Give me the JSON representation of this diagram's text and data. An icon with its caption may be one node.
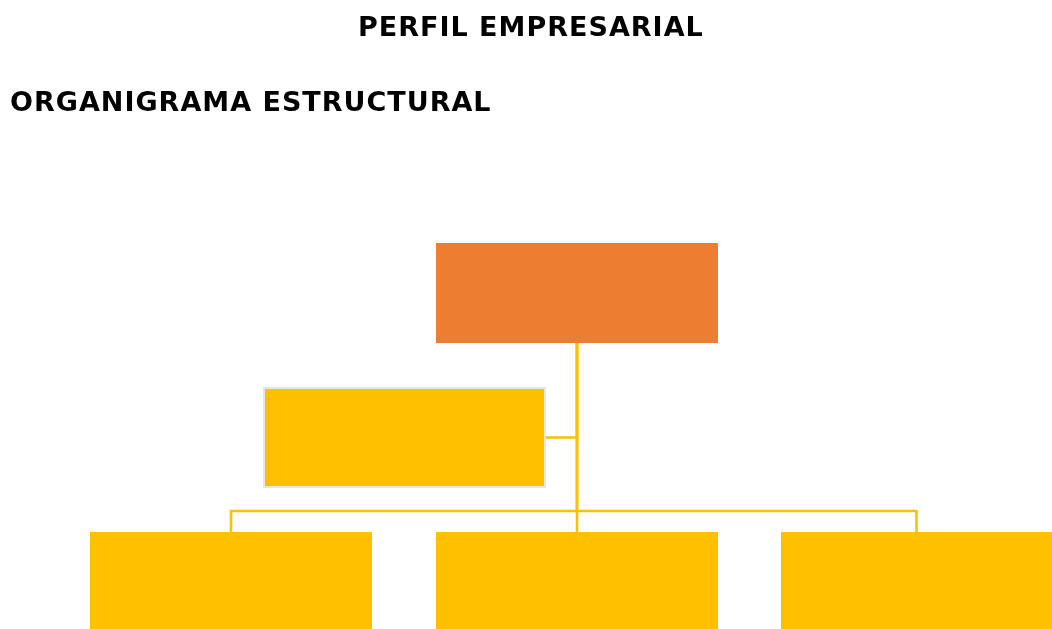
{
  "diagram": {
    "title": "PERFIL EMPRESARIAL",
    "nodes": [
      {
        "text": [],
        "shape": "box"
      },
      {
        "text": [],
        "shape": "box"
      },
      {
        "text": [],
        "shape": "box"
      },
      {
        "text": [],
        "shape": "box"
      },
      {
        "text": [],
        "shape": "box"
      }
    ],
    "edges": [
      {
        "from": 0,
        "to": 1,
        "arrow": "none"
      },
      {
        "from": 0,
        "to": 2,
        "arrow": "none"
      },
      {
        "from": 0,
        "to": 3,
        "arrow": "none"
      },
      {
        "from": 0,
        "to": 4,
        "arrow": "none"
      }
    ],
    "labels": [
      "ORGANIGRAMA ESTRUCTURAL"
    ]
  }
}
